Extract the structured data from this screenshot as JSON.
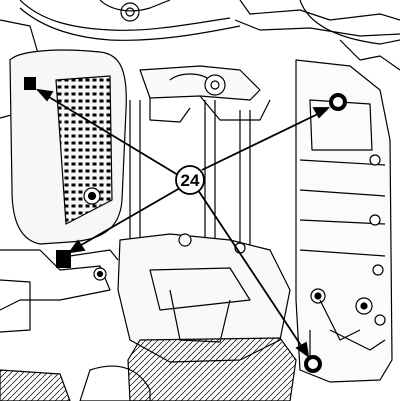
{
  "callout": {
    "label": "24"
  },
  "callout_targets": [
    {
      "name": "target-upper-left",
      "marker": "filled-square"
    },
    {
      "name": "target-mid-left",
      "marker": "filled-square"
    },
    {
      "name": "target-upper-right",
      "marker": "ring"
    },
    {
      "name": "target-lower-right",
      "marker": "ring"
    }
  ],
  "colors": {
    "line": "#000000",
    "background": "#ffffff",
    "fill_light": "#f4f4f4"
  }
}
